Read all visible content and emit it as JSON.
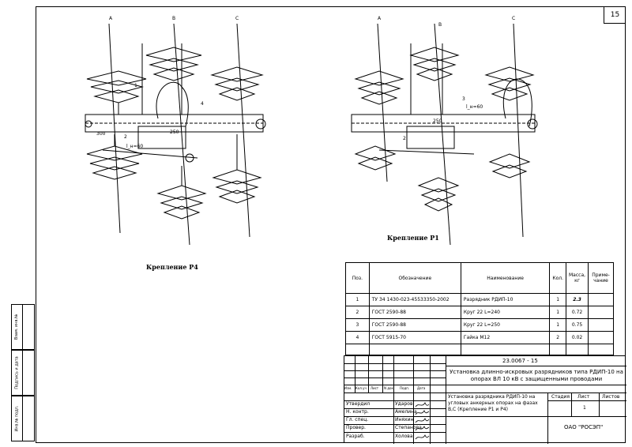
{
  "sheet_number": "15",
  "side_stamp": [
    "Взам. инв.№",
    "Подпись и дата",
    "Инв.№ подл."
  ],
  "drawings": {
    "left": {
      "caption": "Крепление Р4",
      "phases": [
        "A",
        "B",
        "C"
      ],
      "callouts": [
        "1",
        "2",
        "4"
      ],
      "dims": [
        "300",
        "250"
      ],
      "angle": "l_н=60"
    },
    "right": {
      "caption": "Крепление Р1",
      "phases": [
        "A",
        "B",
        "C"
      ],
      "callouts": [
        "2",
        "3"
      ],
      "dims": [
        "250"
      ],
      "angle": "l_н=60"
    }
  },
  "spec_table": {
    "headers": [
      "Поз.",
      "Обозначение",
      "Наименование",
      "Кол.",
      "Масса, кг",
      "Приме-чание"
    ],
    "rows": [
      {
        "pos": "1",
        "designation": "ТУ 34 1430-023-45533350-2002",
        "name": "Разрядник РДИП-10",
        "qty": "1",
        "mass": "2.3",
        "note": ""
      },
      {
        "pos": "2",
        "designation": "ГОСТ 2590-88",
        "name": "Круг 22        L=240",
        "qty": "1",
        "mass": "0.72",
        "note": ""
      },
      {
        "pos": "3",
        "designation": "ГОСТ 2590-88",
        "name": "Круг 22        L=250",
        "qty": "1",
        "mass": "0.75",
        "note": ""
      },
      {
        "pos": "4",
        "designation": "ГОСТ 5915-70",
        "name": "Гайка М12",
        "qty": "2",
        "mass": "0.02",
        "note": ""
      }
    ]
  },
  "title_block": {
    "doc_number": "23.0067 - 15",
    "project_title": "Установка длинно-искровых разрядников типа РДИП-10 на опорах ВЛ 10 кВ с защищенными проводами",
    "sheet_title": "Установка разрядника РДИП-10 на угловых анкерных опорах на фазах B,C (Крепление Р1 и Р4)",
    "col_headers": [
      "Изм.",
      "Кол.уч",
      "Лист",
      "N док.",
      "Подп.",
      "Дата"
    ],
    "stage_label": "Стадия",
    "sheet_label": "Лист",
    "sheets_label": "Листов",
    "sheet_value": "1",
    "org": "ОАО \"РОСЭП\"",
    "signatures": [
      {
        "role": "Утвердил",
        "name": "Ударов"
      },
      {
        "role": "Н. контр.",
        "name": "Амелина"
      },
      {
        "role": "Гл. спец.",
        "name": "Иняхин"
      },
      {
        "role": "Провер.",
        "name": "Степанова"
      },
      {
        "role": "Разраб.",
        "name": "Холова"
      }
    ]
  }
}
